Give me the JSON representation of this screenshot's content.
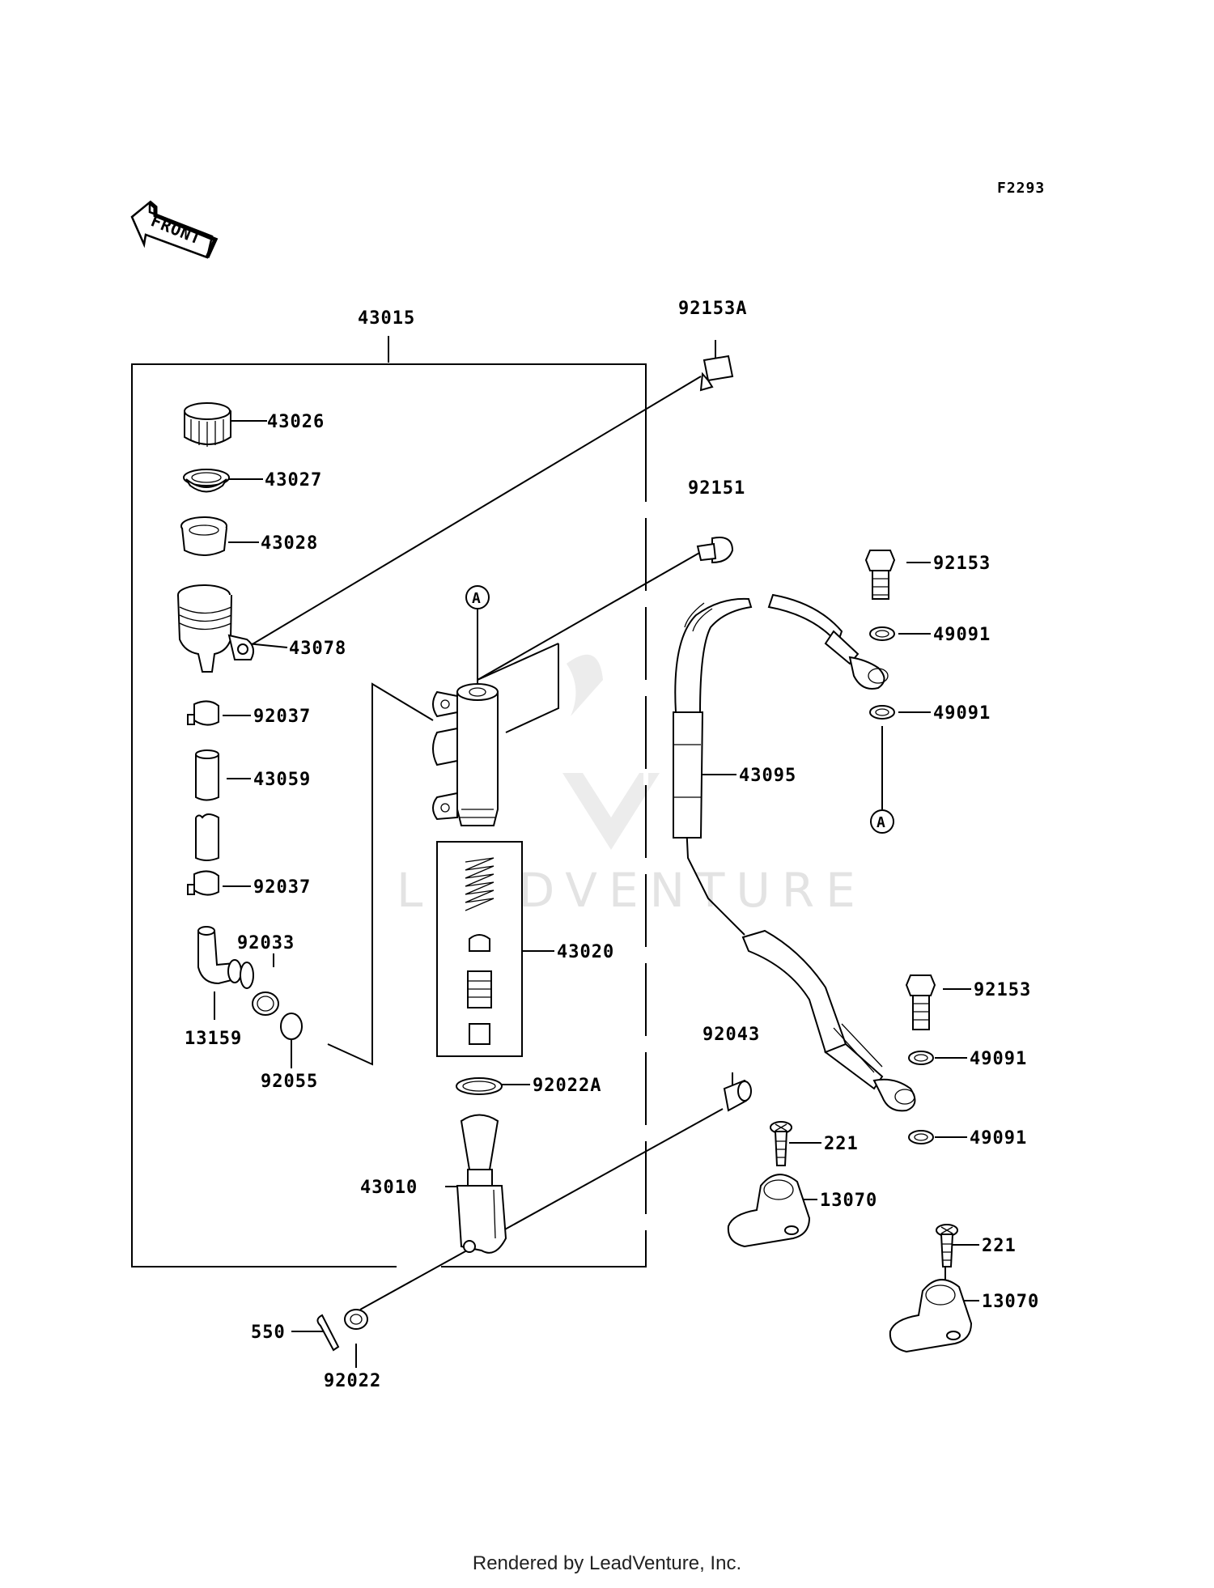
{
  "figure_code": "F2293",
  "front_label": "FRONT",
  "watermark": "LEADVENTURE",
  "footer": "Rendered by LeadVenture, Inc.",
  "callout": "A",
  "parts": [
    {
      "id": "p43015",
      "label": "43015"
    },
    {
      "id": "p92153A",
      "label": "92153A"
    },
    {
      "id": "p43026",
      "label": "43026"
    },
    {
      "id": "p43027",
      "label": "43027"
    },
    {
      "id": "p43028",
      "label": "43028"
    },
    {
      "id": "p92151",
      "label": "92151"
    },
    {
      "id": "p92153_top",
      "label": "92153"
    },
    {
      "id": "p43078",
      "label": "43078"
    },
    {
      "id": "p49091_1",
      "label": "49091"
    },
    {
      "id": "p92037_1",
      "label": "92037"
    },
    {
      "id": "p49091_2",
      "label": "49091"
    },
    {
      "id": "p43059",
      "label": "43059"
    },
    {
      "id": "p43095",
      "label": "43095"
    },
    {
      "id": "p92037_2",
      "label": "92037"
    },
    {
      "id": "p92033",
      "label": "92033"
    },
    {
      "id": "p43020",
      "label": "43020"
    },
    {
      "id": "p13159",
      "label": "13159"
    },
    {
      "id": "p92153_bot",
      "label": "92153"
    },
    {
      "id": "p92055",
      "label": "92055"
    },
    {
      "id": "p92043",
      "label": "92043"
    },
    {
      "id": "p49091_3",
      "label": "49091"
    },
    {
      "id": "p92022A",
      "label": "92022A"
    },
    {
      "id": "p221_1",
      "label": "221"
    },
    {
      "id": "p49091_4",
      "label": "49091"
    },
    {
      "id": "p43010",
      "label": "43010"
    },
    {
      "id": "p13070_1",
      "label": "13070"
    },
    {
      "id": "p221_2",
      "label": "221"
    },
    {
      "id": "p13070_2",
      "label": "13070"
    },
    {
      "id": "p550",
      "label": "550"
    },
    {
      "id": "p92022",
      "label": "92022"
    }
  ]
}
